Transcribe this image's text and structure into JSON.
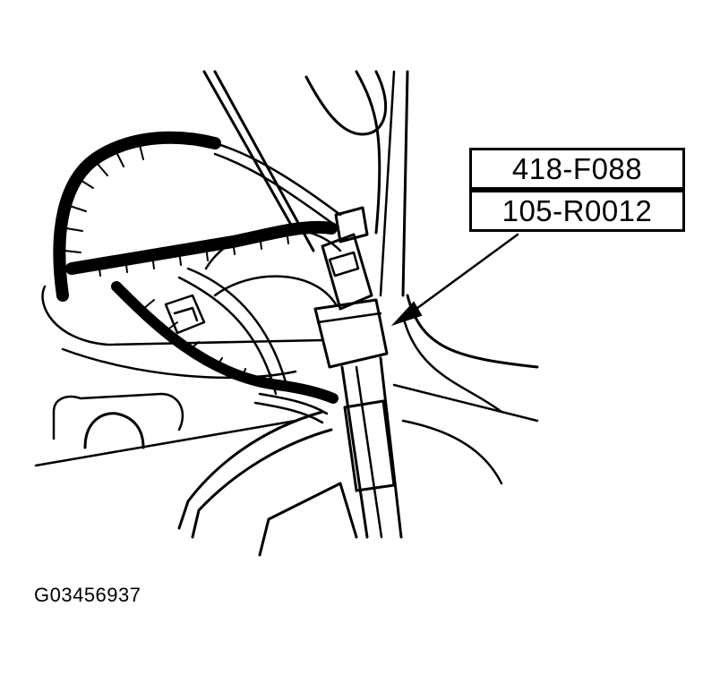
{
  "callout": {
    "tool_numbers": [
      "418-F088",
      "105-R0012"
    ]
  },
  "figure_id": "G03456937",
  "colors": {
    "ink": "#000000",
    "paper": "#ffffff"
  }
}
